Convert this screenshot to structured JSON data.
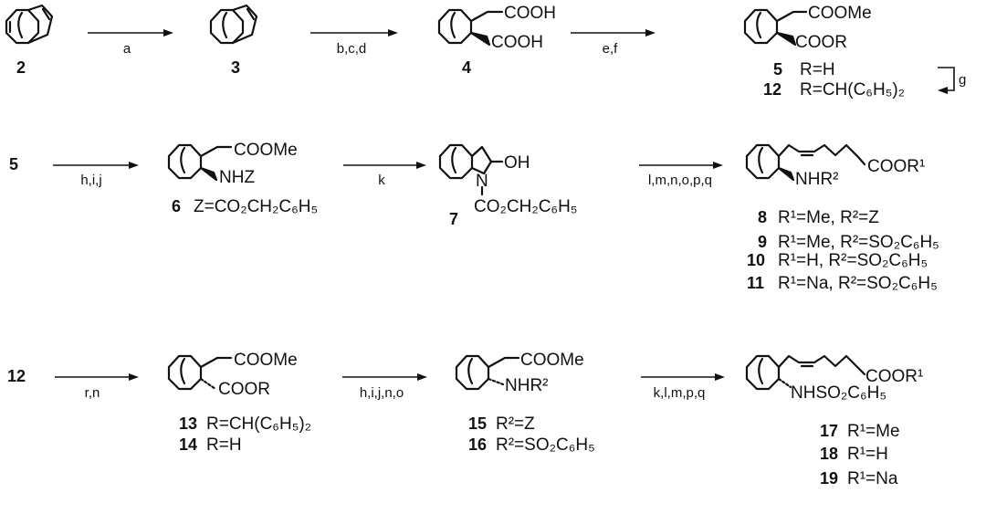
{
  "scheme": {
    "row1": {
      "labels": {
        "c2": "2",
        "c3": "3",
        "c4": "4",
        "c5": "5",
        "c12": "12"
      },
      "texts": {
        "c4_top": "COOH",
        "c4_bot": "COOH",
        "c5_top": "COOMe",
        "c5_bot": "COOR",
        "c5_def": "R=H",
        "c12_def": "R=CH(C₆H₅)₂"
      },
      "arrows": {
        "a": "a",
        "bcd": "b,c,d",
        "ef": "e,f",
        "g": "g"
      }
    },
    "row2": {
      "labels": {
        "c5": "5",
        "c6": "6",
        "c7": "7",
        "c8": "8",
        "c9": "9",
        "c10": "10",
        "c11": "11"
      },
      "texts": {
        "c6_ester": "COOMe",
        "c6_nh": "NHZ",
        "c6_def": "Z=CO₂CH₂C₆H₅",
        "c7_oh": "OH",
        "c7_n": "N",
        "c7_cbz": "CO₂CH₂C₆H₅",
        "c8_nh": "NHR²",
        "c8_ester": "COOR¹",
        "c8_def": "R¹=Me,  R²=Z",
        "c9_def": "R¹=Me,  R²=SO₂C₆H₅",
        "c10_def": "R¹=H,    R²=SO₂C₆H₅",
        "c11_def": "R¹=Na,  R²=SO₂C₆H₅"
      },
      "arrows": {
        "hij": "h,i,j",
        "k": "k",
        "lmnopq": "l,m,n,o,p,q"
      }
    },
    "row3": {
      "labels": {
        "c12": "12",
        "c13": "13",
        "c14": "14",
        "c15": "15",
        "c16": "16",
        "c17": "17",
        "c18": "18",
        "c19": "19"
      },
      "texts": {
        "c13_top": "COOMe",
        "c13_bot": "COOR",
        "c13_def": "R=CH(C₆H₅)₂",
        "c14_def": "R=H",
        "c15_ester": "COOMe",
        "c15_nh": "NHR²",
        "c15_def": "R²=Z",
        "c16_def": "R²=SO₂C₆H₅",
        "c17_ester": "COOR¹",
        "c17_nh": "NHSO₂C₆H₅",
        "c17_def": "R¹=Me",
        "c18_def": "R¹=H",
        "c19_def": "R¹=Na"
      },
      "arrows": {
        "rn": "r,n",
        "hijno": "h,i,j,n,o",
        "klmpq": "k,l,m,p,q"
      }
    }
  }
}
